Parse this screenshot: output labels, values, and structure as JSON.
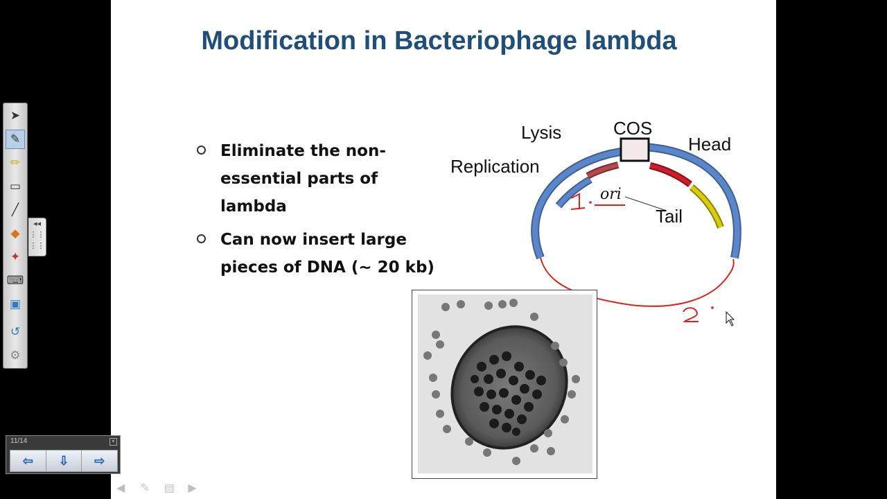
{
  "slide": {
    "title": "Modification in Bacteriophage lambda",
    "bullets": [
      "Eliminate the non-essential parts of lambda",
      "Can now insert large pieces of DNA (~ 20 kb)"
    ],
    "diagram": {
      "labels": {
        "lysis": "Lysis",
        "cos": "COS",
        "head": "Head",
        "replication": "Replication",
        "tail": "Tail",
        "ori": "ori"
      },
      "annotations": {
        "first": "1.",
        "second": "2."
      },
      "segment_colors": {
        "ring": "#5b86c9",
        "lysis": "#b5484f",
        "head": "#cc1f2b",
        "tail": "#d9cc0f",
        "insert_line": "#e0211b"
      }
    }
  },
  "navigator": {
    "counter": "11/14",
    "prev_icon": "arrow-left-icon",
    "menu_icon": "page-menu-icon",
    "next_icon": "arrow-right-icon"
  },
  "toolbar": {
    "tools": [
      "select-arrow-icon",
      "pen-icon",
      "highlighter-icon",
      "eraser-icon",
      "line-icon",
      "shapes-icon",
      "magic-pen-icon",
      "keyboard-icon",
      "notebook-icon",
      "undo-icon",
      "settings-icon"
    ]
  }
}
